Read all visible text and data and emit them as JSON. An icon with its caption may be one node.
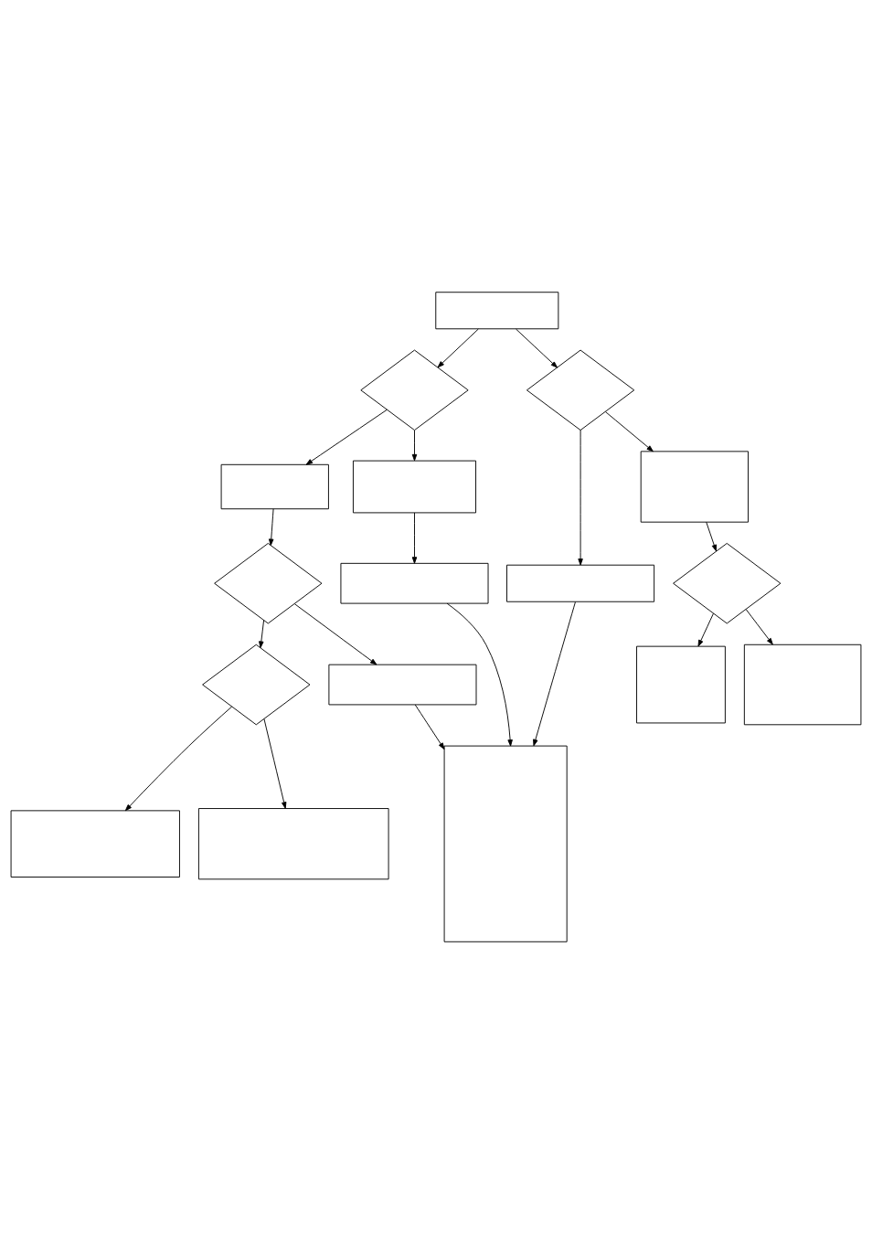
{
  "diagram": {
    "nodes": [
      {
        "text": [],
        "shape": "box"
      },
      {
        "text": [],
        "shape": "diamond"
      },
      {
        "text": [],
        "shape": "box"
      },
      {
        "text": [],
        "shape": "diamond"
      },
      {
        "text": [],
        "shape": "box"
      },
      {
        "text": [],
        "shape": "box"
      },
      {
        "text": [],
        "shape": "box"
      },
      {
        "text": [],
        "shape": "box"
      },
      {
        "text": [],
        "shape": "box"
      },
      {
        "text": [],
        "shape": "diamond"
      },
      {
        "text": [],
        "shape": "box"
      },
      {
        "text": [],
        "shape": "diamond"
      },
      {
        "text": [],
        "shape": "diamond"
      },
      {
        "text": [],
        "shape": "box"
      },
      {
        "text": [],
        "shape": "box"
      },
      {
        "text": [],
        "shape": "box"
      },
      {
        "text": [],
        "shape": "box"
      }
    ],
    "edges": [
      {
        "from": 0,
        "to": 1,
        "arrow": "to"
      },
      {
        "from": 0,
        "to": 3,
        "arrow": "to"
      },
      {
        "from": 1,
        "to": 2,
        "arrow": "to"
      },
      {
        "from": 1,
        "to": 5,
        "arrow": "to"
      },
      {
        "from": 2,
        "to": 4,
        "arrow": "to"
      },
      {
        "from": 3,
        "to": 6,
        "arrow": "to"
      },
      {
        "from": 3,
        "to": 8,
        "arrow": "to"
      },
      {
        "from": 4,
        "to": 10,
        "arrow": "to"
      },
      {
        "from": 6,
        "to": 10,
        "arrow": "to"
      },
      {
        "from": 5,
        "to": 9,
        "arrow": "to"
      },
      {
        "from": 9,
        "to": 7,
        "arrow": "to"
      },
      {
        "from": 9,
        "to": 12,
        "arrow": "to"
      },
      {
        "from": 7,
        "to": 10,
        "arrow": "to"
      },
      {
        "from": 8,
        "to": 11,
        "arrow": "to"
      },
      {
        "from": 11,
        "to": 13,
        "arrow": "to"
      },
      {
        "from": 11,
        "to": 16,
        "arrow": "to"
      },
      {
        "from": 12,
        "to": 14,
        "arrow": "to"
      },
      {
        "from": 12,
        "to": 15,
        "arrow": "to"
      }
    ]
  }
}
